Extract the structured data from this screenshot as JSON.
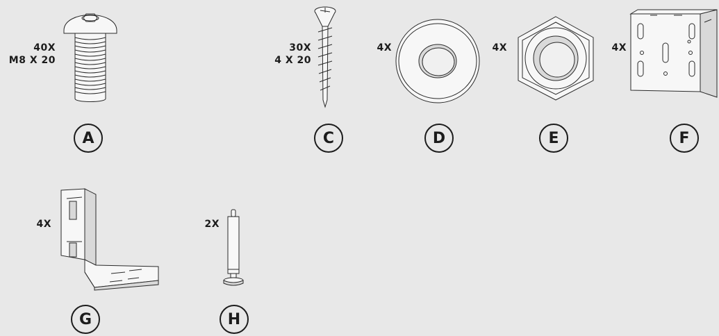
{
  "parts": {
    "a": {
      "letter": "A",
      "qty": "40X",
      "size": "M8 X 20"
    },
    "c": {
      "letter": "C",
      "qty": "30X",
      "size": "4 X 20"
    },
    "d": {
      "letter": "D",
      "qty": "4X"
    },
    "e": {
      "letter": "E",
      "qty": "4X"
    },
    "f": {
      "letter": "F",
      "qty": "4X"
    },
    "g": {
      "letter": "G",
      "qty": "4X"
    },
    "h": {
      "letter": "H",
      "qty": "2X"
    }
  }
}
